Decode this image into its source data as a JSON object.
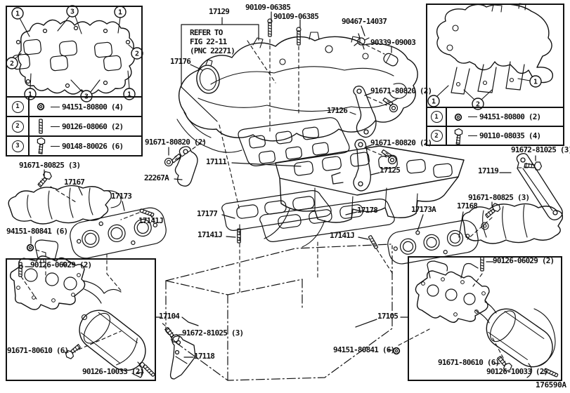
{
  "figure": {
    "code": "176590A"
  },
  "colors": {
    "ink": "#111111",
    "background": "#ffffff"
  },
  "note": {
    "line1": "REFER TO",
    "line2": "FIG 22-11",
    "line3": "(PNC 22271)"
  },
  "labels": [
    {
      "text": "17129"
    },
    {
      "text": "17176"
    },
    {
      "text": "90109-06385"
    },
    {
      "text": "90109-06385"
    },
    {
      "text": "90467-14037"
    },
    {
      "text": "90339-09003"
    },
    {
      "text": "91671-80820 (2)"
    },
    {
      "text": "17126"
    },
    {
      "text": "91671-80820 (2)"
    },
    {
      "text": "17125"
    },
    {
      "text": "91671-80820 (2)"
    },
    {
      "text": "22267A"
    },
    {
      "text": "17111"
    },
    {
      "text": "17177"
    },
    {
      "text": "17178"
    },
    {
      "text": "17141J"
    },
    {
      "text": "17141J"
    },
    {
      "text": "17141J"
    },
    {
      "text": "91671-80825 (3)"
    },
    {
      "text": "17167"
    },
    {
      "text": "17173"
    },
    {
      "text": "94151-80841 (6)"
    },
    {
      "text": "90126-06029 (2)"
    },
    {
      "text": "17104"
    },
    {
      "text": "91672-81025 (3)"
    },
    {
      "text": "17118"
    },
    {
      "text": "91671-80610 (6)"
    },
    {
      "text": "90126-10033 (2)"
    },
    {
      "text": "17105"
    },
    {
      "text": "94151-80841 (6)"
    },
    {
      "text": "91672-81025 (3)"
    },
    {
      "text": "17119"
    },
    {
      "text": "91671-80825 (3)"
    },
    {
      "text": "17173A"
    },
    {
      "text": "17168"
    },
    {
      "text": "90126-06029 (2)"
    },
    {
      "text": "91671-80610 (6)"
    },
    {
      "text": "90126-10033 (2)"
    }
  ],
  "boxes": {
    "top_left": {
      "callouts": [
        "1",
        "3",
        "1",
        "2",
        "2",
        "1",
        "3",
        "1"
      ],
      "legend": [
        {
          "num": "1",
          "icon": "nut-icon",
          "part": "94151-80800 (4)"
        },
        {
          "num": "2",
          "icon": "stud-icon",
          "part": "90126-08060 (2)"
        },
        {
          "num": "3",
          "icon": "bolt-icon",
          "part": "90148-80026 (6)"
        }
      ]
    },
    "top_right": {
      "callouts": [
        "1",
        "2",
        "1"
      ],
      "legend": [
        {
          "num": "1",
          "icon": "nut-icon",
          "part": "94151-80800 (2)"
        },
        {
          "num": "2",
          "icon": "bolt-icon",
          "part": "90110-08035 (4)"
        }
      ]
    }
  }
}
